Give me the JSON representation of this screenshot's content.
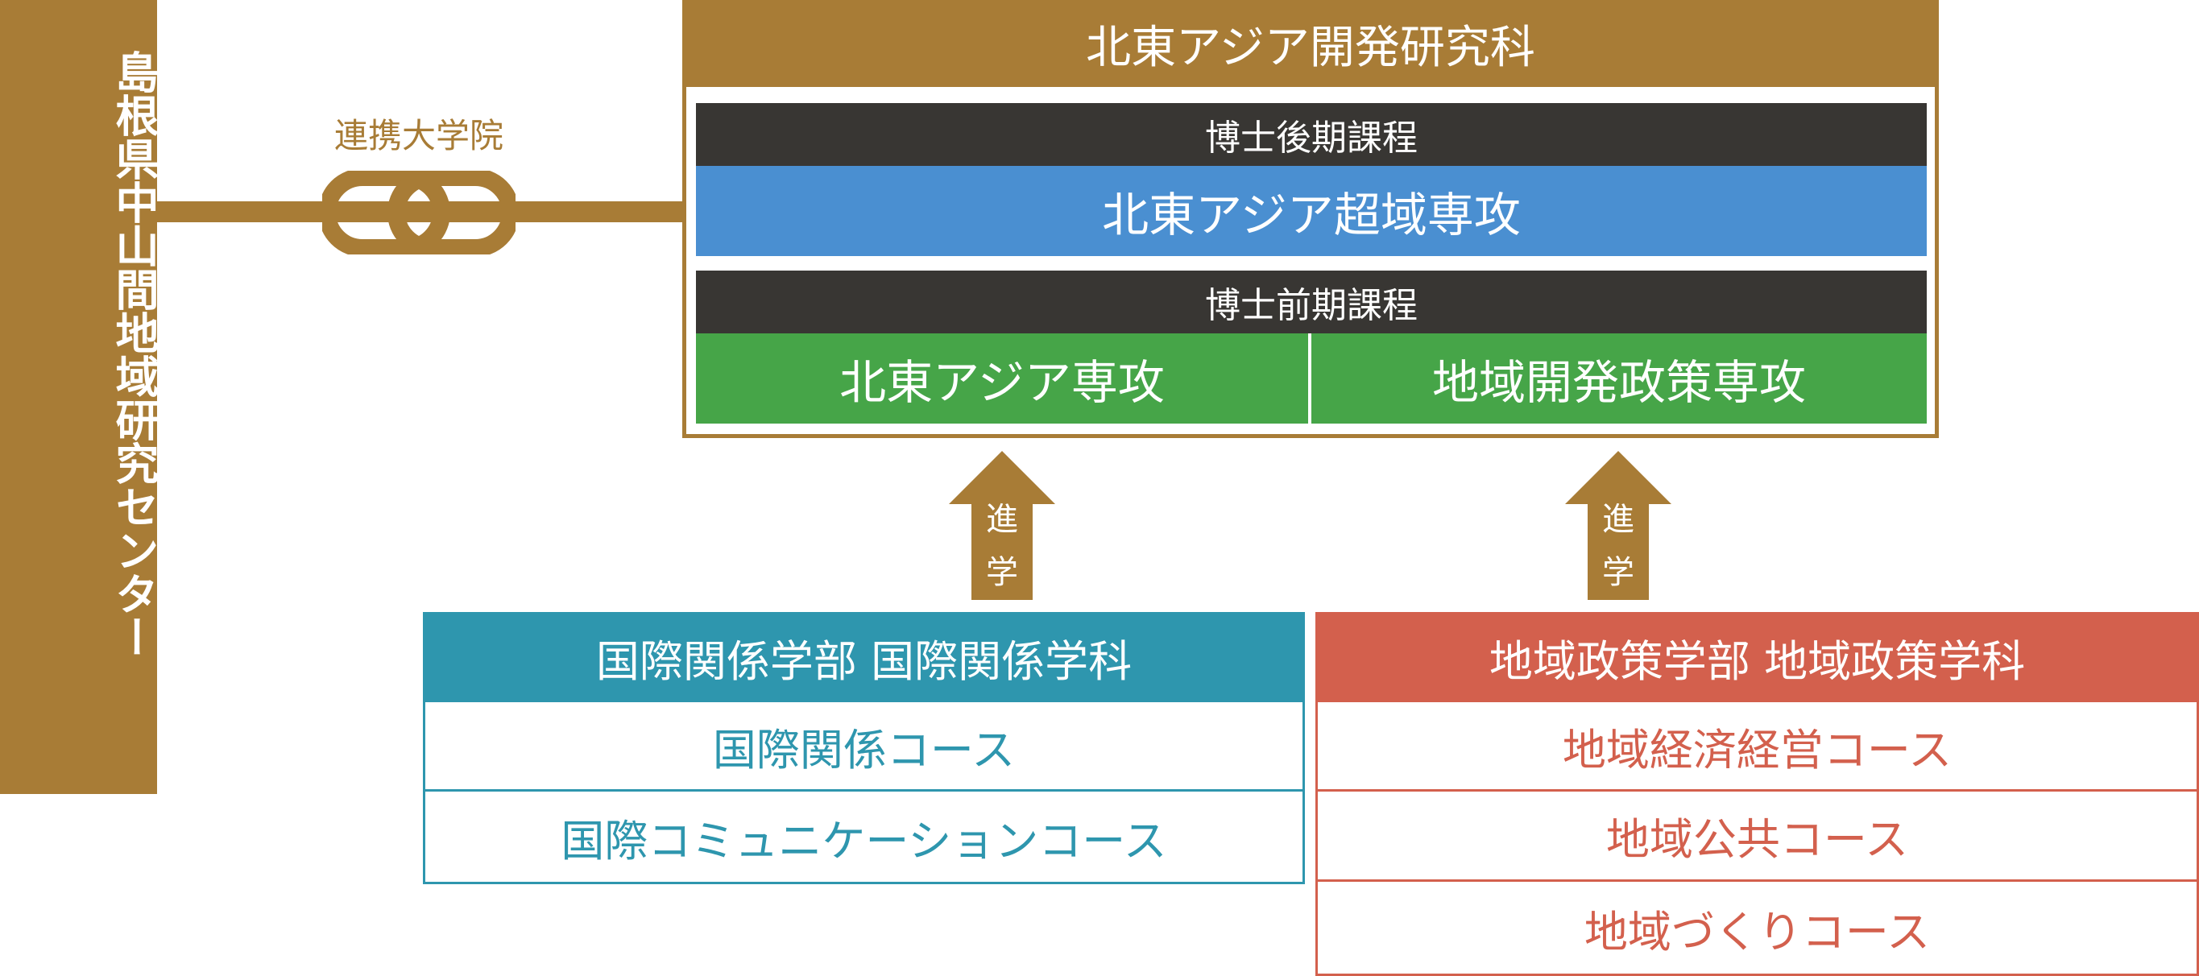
{
  "colors": {
    "gold": "#A87C36",
    "blue": "#4A8FD1",
    "green": "#46A548",
    "teal": "#2E96AE",
    "red": "#D3604D",
    "dark": "#383633"
  },
  "center": {
    "name": "島根県中山間地域研究センター"
  },
  "connector": {
    "label": "連携大学院",
    "icon": "chain-link-icon"
  },
  "graduate_school": {
    "title": "北東アジア開発研究科",
    "doctoral": {
      "label": "博士後期課程",
      "major": "北東アジア超域専攻"
    },
    "masters": {
      "label": "博士前期課程",
      "majors": [
        "北東アジア専攻",
        "地域開発政策専攻"
      ]
    }
  },
  "arrows": {
    "label": "進学"
  },
  "faculties": [
    {
      "title": "国際関係学部 国際関係学科",
      "courses": [
        "国際関係コース",
        "国際コミュニケーションコース"
      ]
    },
    {
      "title": "地域政策学部 地域政策学科",
      "courses": [
        "地域経済経営コース",
        "地域公共コース",
        "地域づくりコース"
      ]
    }
  ]
}
